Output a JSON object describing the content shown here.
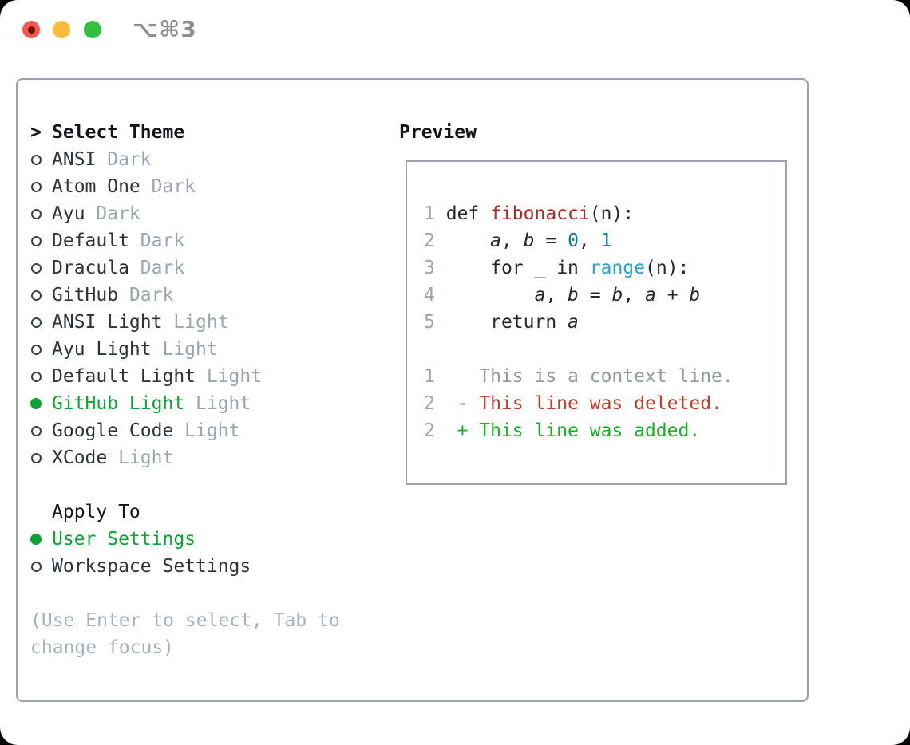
{
  "window": {
    "shortcut_label": "⌥⌘3",
    "traffic_light_colors": {
      "close": "#f4574d",
      "close_dot": "#6d1008",
      "minimize": "#fabb3a",
      "zoom": "#31c13e"
    }
  },
  "theme_picker": {
    "prompt": ">",
    "title": "Select Theme",
    "items": [
      {
        "name": "ANSI",
        "tag": "Dark",
        "selected": false
      },
      {
        "name": "Atom One",
        "tag": "Dark",
        "selected": false
      },
      {
        "name": "Ayu",
        "tag": "Dark",
        "selected": false
      },
      {
        "name": "Default",
        "tag": "Dark",
        "selected": false
      },
      {
        "name": "Dracula",
        "tag": "Dark",
        "selected": false
      },
      {
        "name": "GitHub",
        "tag": "Dark",
        "selected": false
      },
      {
        "name": "ANSI Light",
        "tag": "Light",
        "selected": false
      },
      {
        "name": "Ayu Light",
        "tag": "Light",
        "selected": false
      },
      {
        "name": "Default Light",
        "tag": "Light",
        "selected": false
      },
      {
        "name": "GitHub Light",
        "tag": "Light",
        "selected": true
      },
      {
        "name": "Google Code",
        "tag": "Light",
        "selected": false
      },
      {
        "name": "XCode",
        "tag": "Light",
        "selected": false
      }
    ],
    "selection_color": "#0aa432"
  },
  "apply_to": {
    "title": "Apply To",
    "options": [
      {
        "name": "User Settings",
        "selected": true
      },
      {
        "name": "Workspace Settings",
        "selected": false
      }
    ]
  },
  "hint": {
    "line1": "(Use Enter to select, Tab to",
    "line2": "change focus)"
  },
  "preview": {
    "title": "Preview",
    "colors": {
      "line_number": "#9aa5b2",
      "function_name": "#b3271e",
      "number_literal": "#0e7d89",
      "builtin": "#24a0d9",
      "context_line": "#8f99a1",
      "deleted_line": "#c43a24",
      "added_line": "#12b31e"
    },
    "lines": [
      {
        "num": "1 ",
        "segs": [
          {
            "t": "def "
          },
          {
            "t": "fibonacci"
          },
          {
            "t": "(n):"
          }
        ]
      },
      {
        "num": "2 ",
        "segs": [
          {
            "t": "    "
          },
          {
            "t": "a"
          },
          {
            "t": ", "
          },
          {
            "t": "b"
          },
          {
            "t": " = "
          },
          {
            "t": "0"
          },
          {
            "t": ", "
          },
          {
            "t": "1"
          }
        ]
      },
      {
        "num": "3 ",
        "segs": [
          {
            "t": "    "
          },
          {
            "t": "for"
          },
          {
            "t": " _ "
          },
          {
            "t": "in"
          },
          {
            "t": " "
          },
          {
            "t": "range"
          },
          {
            "t": "(n):"
          }
        ]
      },
      {
        "num": "4 ",
        "segs": [
          {
            "t": "        "
          },
          {
            "t": "a"
          },
          {
            "t": ", "
          },
          {
            "t": "b"
          },
          {
            "t": " = "
          },
          {
            "t": "b"
          },
          {
            "t": ", "
          },
          {
            "t": "a"
          },
          {
            "t": " + "
          },
          {
            "t": "b"
          }
        ]
      },
      {
        "num": "5 ",
        "segs": [
          {
            "t": "    "
          },
          {
            "t": "return"
          },
          {
            "t": " "
          },
          {
            "t": "a"
          }
        ]
      },
      {
        "num": "",
        "segs": []
      },
      {
        "num": "1 ",
        "segs": [
          {
            "t": "   This is a context line."
          }
        ]
      },
      {
        "num": "2 ",
        "segs": [
          {
            "t": " - This line was deleted."
          }
        ]
      },
      {
        "num": "2 ",
        "segs": [
          {
            "t": " + This line was added."
          }
        ]
      }
    ]
  }
}
